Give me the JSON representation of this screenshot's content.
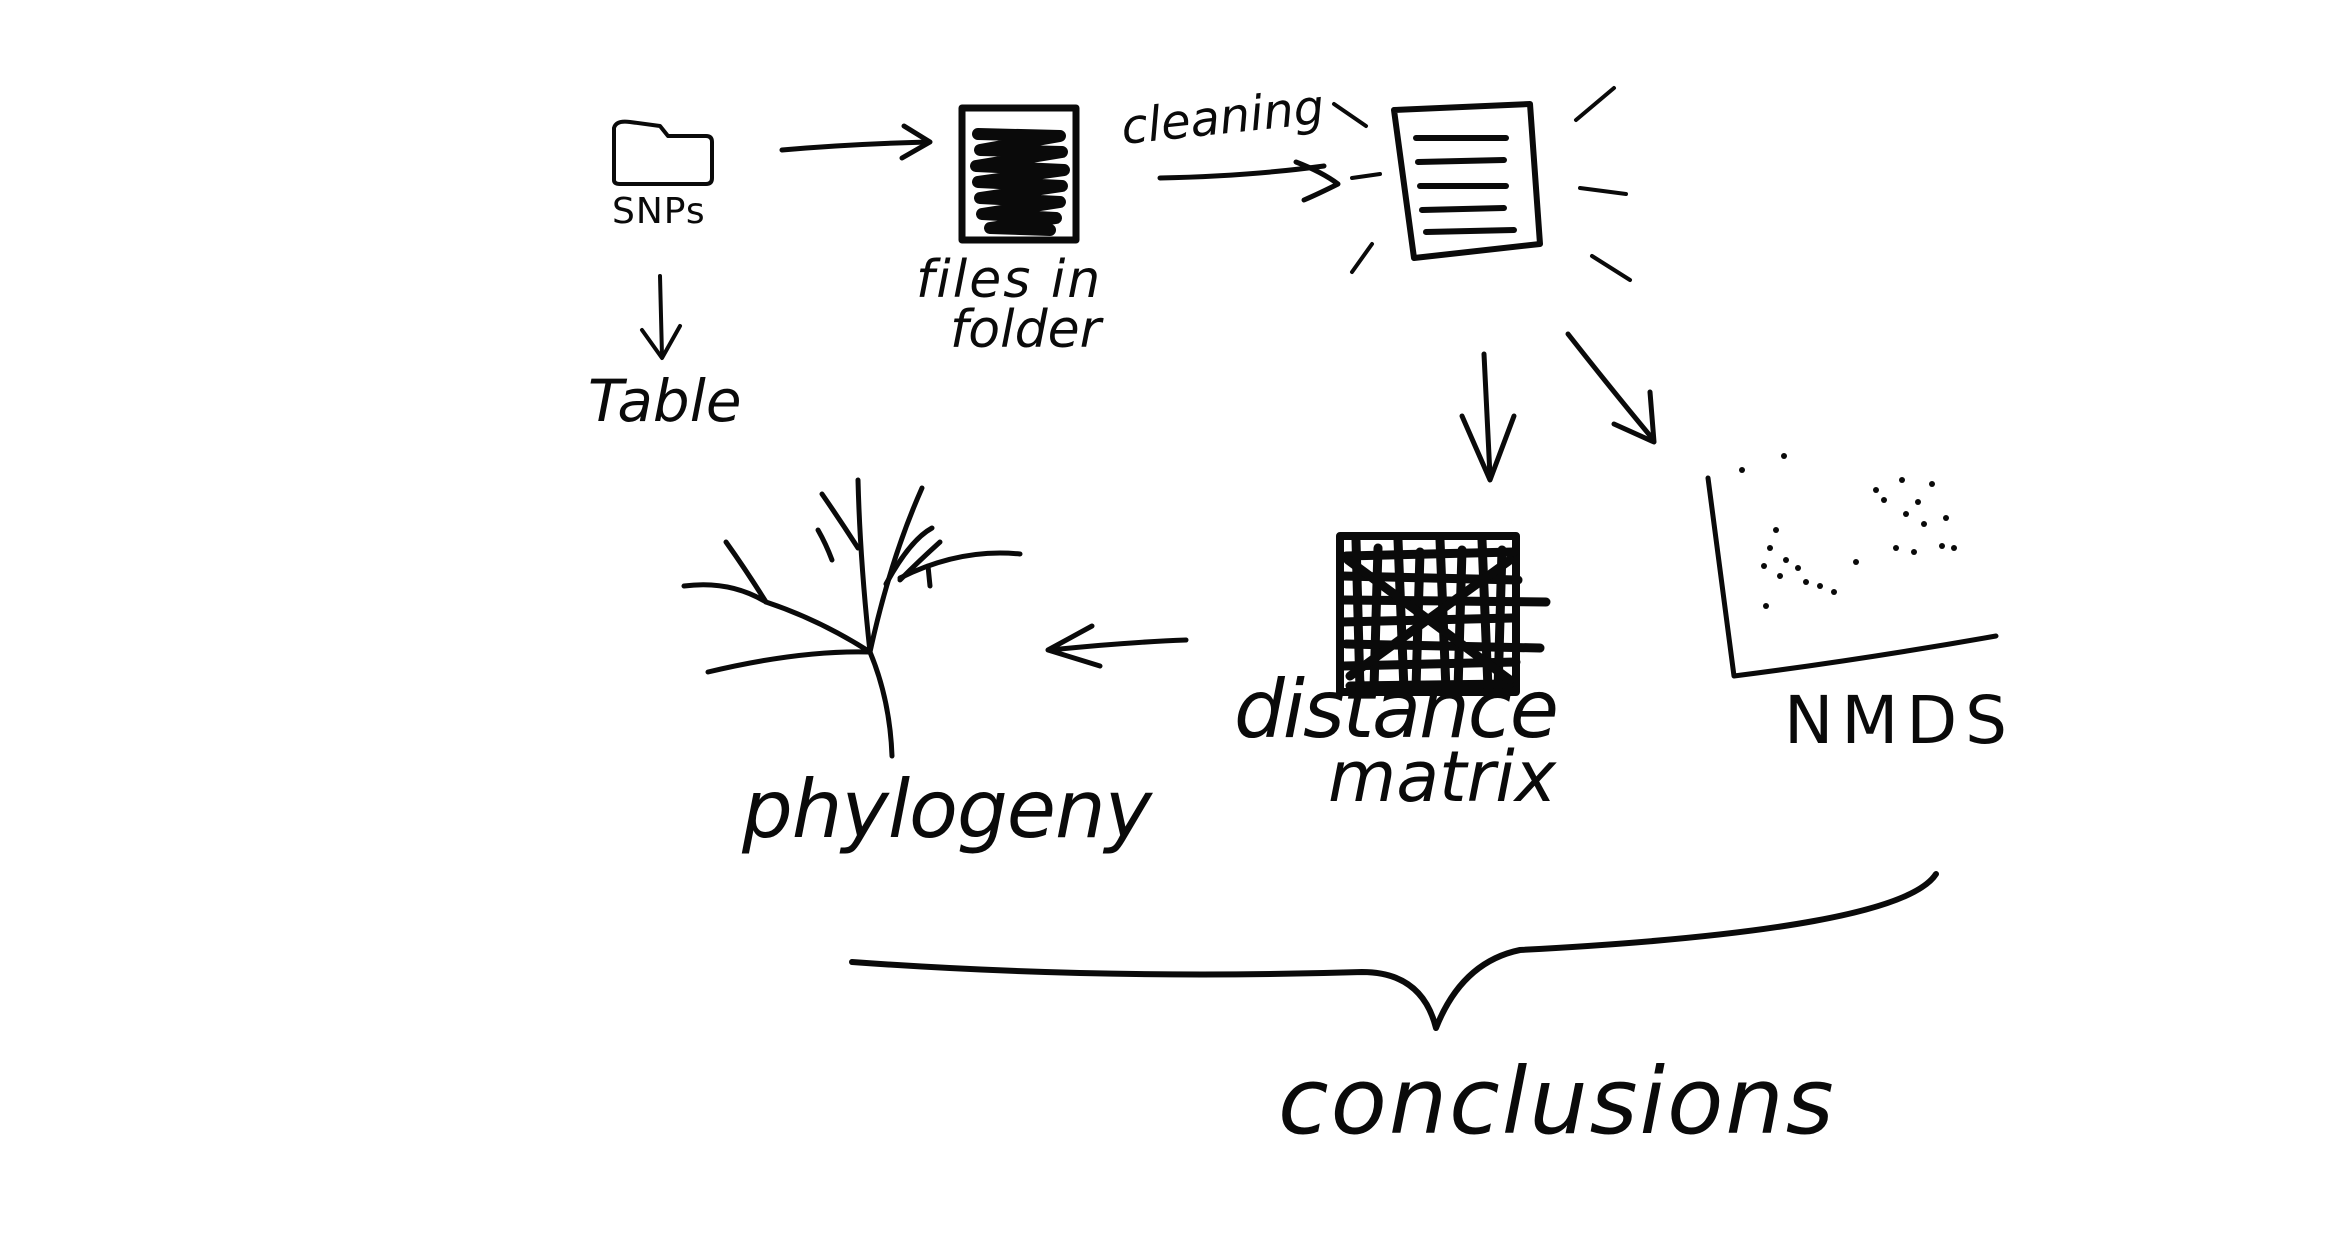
{
  "labels": {
    "snps": "SNPs",
    "table": "Table",
    "files_line1": "files in",
    "files_line2": "folder",
    "cleaning": "cleaning",
    "distance_line1": "distance",
    "distance_line2": "matrix",
    "nmds": "NMDS",
    "phylogeny": "phylogeny",
    "conclusions": "conclusions"
  },
  "colors": {
    "ink": "#0a0a0a",
    "background": "#ffffff"
  },
  "icons": [
    "folder-icon",
    "scribbled-file-icon",
    "clean-document-icon",
    "hatched-matrix-icon",
    "scatter-plot-icon",
    "tree-icon",
    "curly-brace-icon"
  ]
}
